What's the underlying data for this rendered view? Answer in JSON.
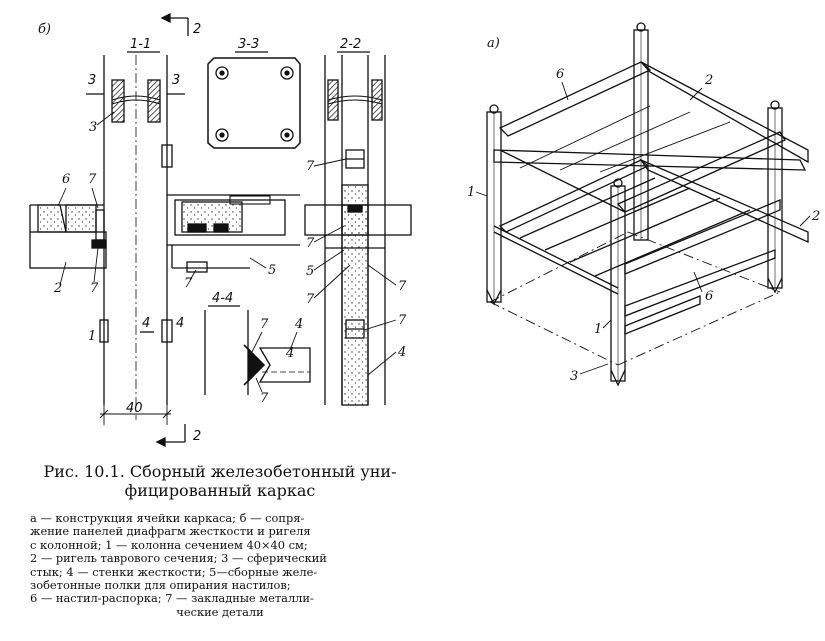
{
  "figure": {
    "panel_b": "б)",
    "panel_a": "а)",
    "section_1_1": "1-1",
    "section_2_2": "2-2",
    "section_3_3": "3-3",
    "section_4_4": "4-4",
    "cut_2": "2",
    "cut_3": "3",
    "cut_4": "4",
    "dim_40": "40",
    "callouts": {
      "n1": "1",
      "n2": "2",
      "n3": "3",
      "n4": "4",
      "n5": "5",
      "n6": "6",
      "n7": "7"
    }
  },
  "caption": {
    "title_line1": "Рис. 10.1. Сборный железобетонный уни-",
    "title_line2": "фицированный каркас"
  },
  "legend": {
    "lines": [
      "а — конструкция ячейки каркаса; б — сопря-",
      "жение панелей диафрагм жесткости и ригеля",
      "с колонной; 1 — колонна сечением 40×40 см;",
      "2 — ригель таврового сечения; 3 — сферический",
      "стык; 4 — стенки жесткости; 5—сборные желе-",
      "зобетонные полки для опирания настилов;",
      "6 — настил-распорка; 7 — закладные металли-",
      "ческие детали"
    ]
  }
}
